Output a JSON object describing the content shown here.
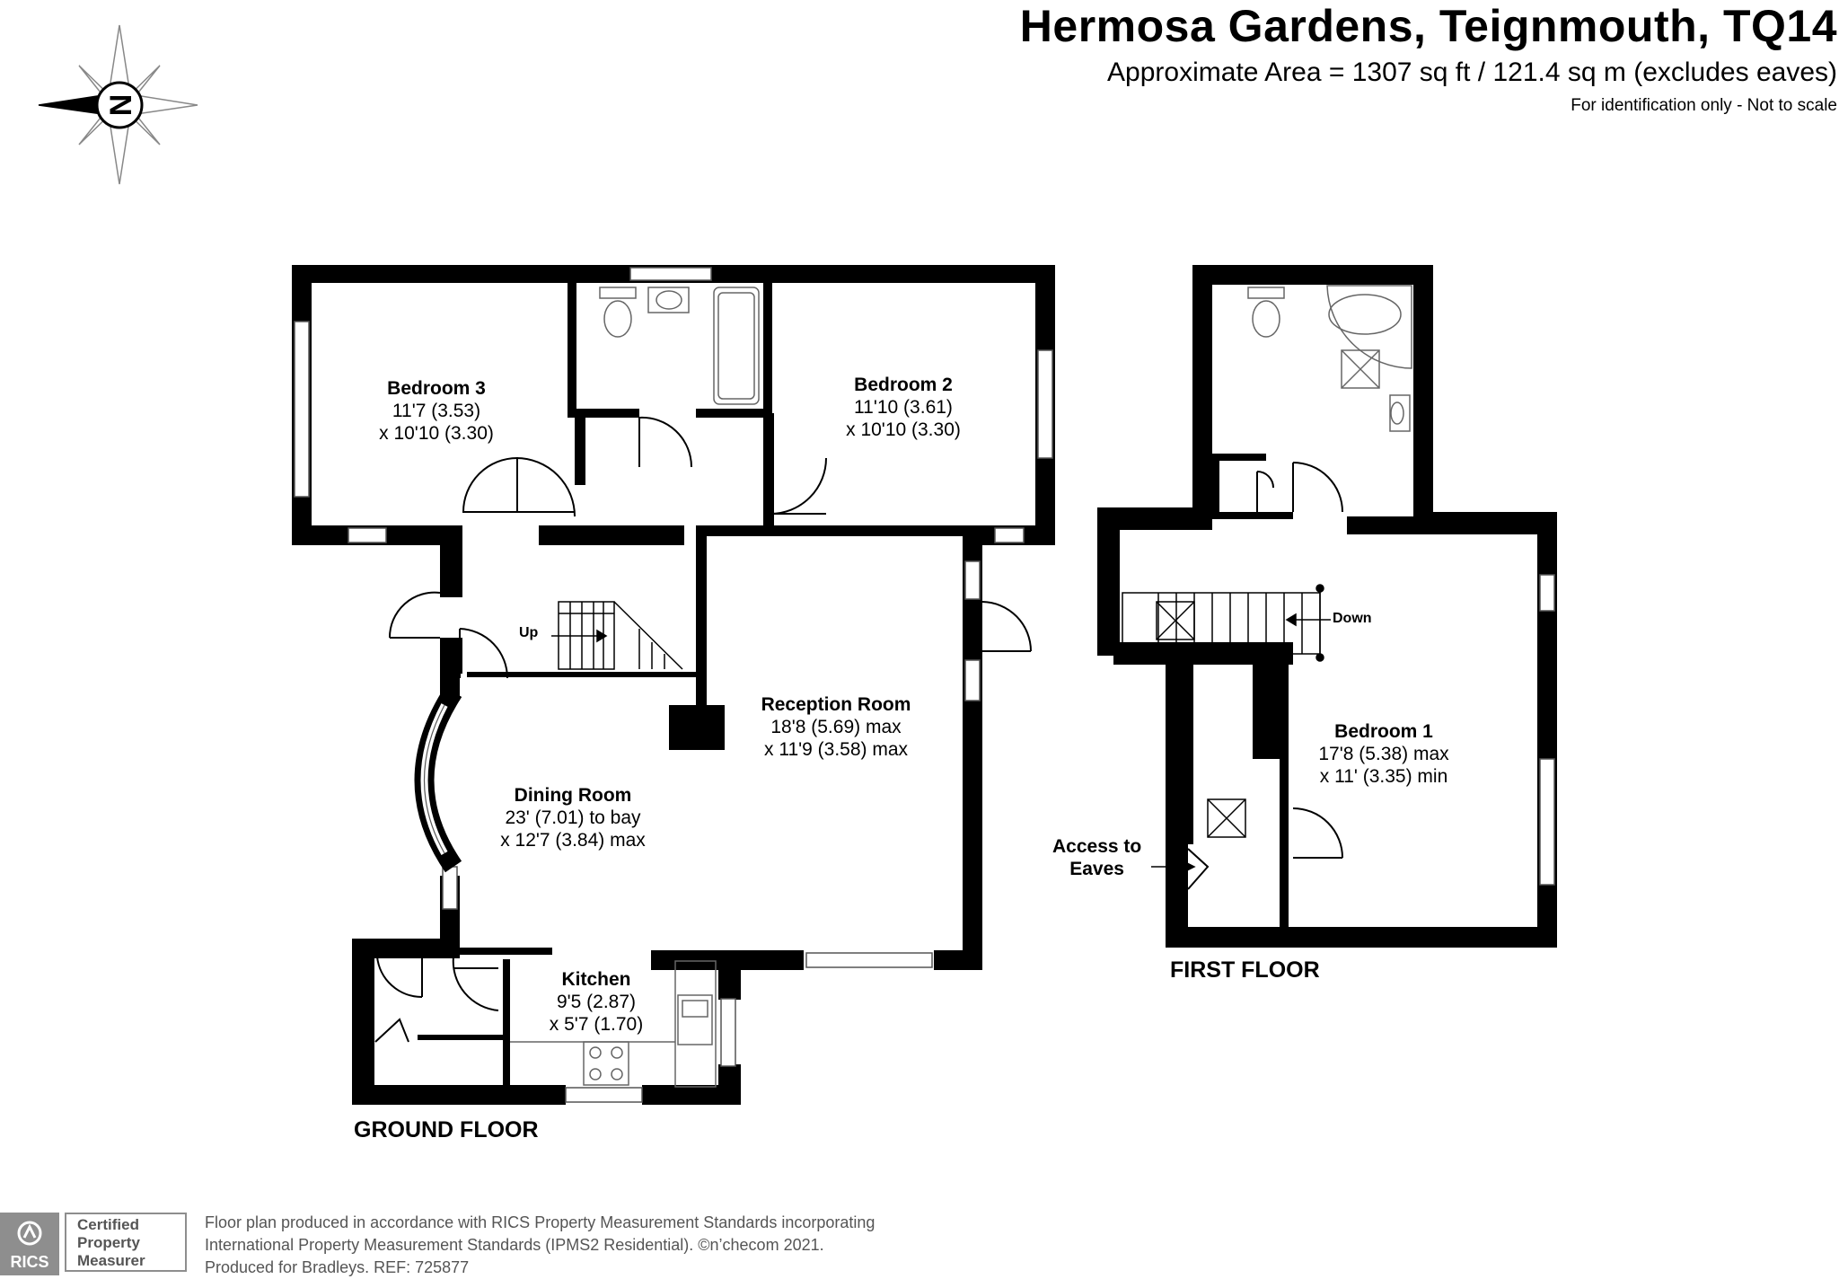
{
  "header": {
    "title": "Hermosa Gardens, Teignmouth, TQ14",
    "area": "Approximate Area = 1307 sq ft / 121.4 sq m (excludes eaves)",
    "note": "For identification only - Not to scale"
  },
  "compass": {
    "letter": "N",
    "icon": "compass-icon"
  },
  "ground_floor": {
    "label": "GROUND FLOOR",
    "stair_label": "Up",
    "rooms": [
      {
        "name": "Bedroom 3",
        "dim1": "11'7 (3.53)",
        "dim2": "x 10'10 (3.30)"
      },
      {
        "name": "Bedroom 2",
        "dim1": "11'10 (3.61)",
        "dim2": "x 10'10 (3.30)"
      },
      {
        "name": "Reception Room",
        "dim1": "18'8 (5.69) max",
        "dim2": "x 11'9 (3.58) max"
      },
      {
        "name": "Dining Room",
        "dim1": "23' (7.01) to bay",
        "dim2": "x 12'7 (3.84) max"
      },
      {
        "name": "Kitchen",
        "dim1": "9'5 (2.87)",
        "dim2": "x 5'7 (1.70)"
      }
    ]
  },
  "first_floor": {
    "label": "FIRST FLOOR",
    "stair_label": "Down",
    "eaves_label_1": "Access to",
    "eaves_label_2": "Eaves",
    "rooms": [
      {
        "name": "Bedroom 1",
        "dim1": "17'8 (5.38) max",
        "dim2": "x 11' (3.35) min"
      }
    ]
  },
  "footer": {
    "line1": "Floor plan produced in accordance with RICS Property Measurement Standards incorporating",
    "line2": "International Property Measurement Standards (IPMS2 Residential).  ©n’checom 2021.",
    "line3": "Produced for Bradleys.   REF: 725877",
    "badge_logo": "RICS",
    "badge_line1": "Certified",
    "badge_line2": "Property",
    "badge_line3": "Measurer"
  },
  "colors": {
    "wall": "#000000",
    "fixture": "#888888",
    "badge": "#8e8e8e"
  }
}
